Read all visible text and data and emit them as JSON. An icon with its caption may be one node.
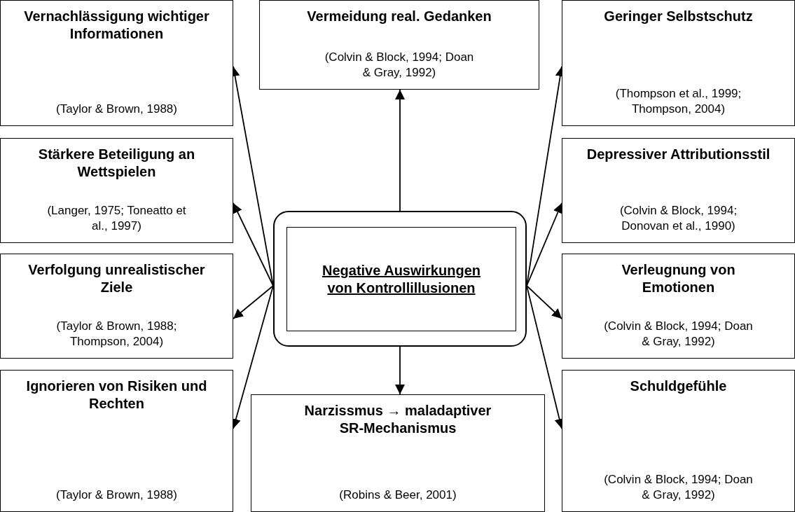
{
  "diagram": {
    "nodes": [
      {
        "text": [
          "Vernachlässigung wichtiger Informationen",
          "(Taylor & Brown, 1988)"
        ]
      },
      {
        "text": [
          "Vermeidung real. Gedanken",
          "(Colvin & Block, 1994; Doan & Gray, 1992)"
        ]
      },
      {
        "text": [
          "Geringer Selbstschutz",
          "(Thompson et al., 1999; Thompson, 2004)"
        ]
      },
      {
        "text": [
          "Stärkere Beteiligung an Wettspielen",
          "(Langer, 1975; Toneatto et al., 1997)"
        ]
      },
      {
        "text": [],
        "shape": "box"
      },
      {
        "text": [
          "Negative Auswirkungen von Kontrollillusionen"
        ],
        "in": 4
      },
      {
        "text": [
          "Depressiver Attributionsstil",
          "(Colvin & Block, 1994; Donovan et al., 1990)"
        ]
      },
      {
        "text": [
          "Verfolgung unrealistischer Ziele",
          "(Taylor & Brown, 1988; Thompson, 2004)"
        ]
      },
      {
        "text": [
          "Verleugnung von Emotionen",
          "(Colvin & Block, 1994; Doan & Gray, 1992)"
        ]
      },
      {
        "text": [
          "Ignorieren von Risiken und Rechten",
          "(Taylor & Brown, 1988)"
        ]
      },
      {
        "text": [
          "Narzissmus → maladaptiver SR-Mechanismus",
          "(Robins & Beer, 2001)"
        ]
      },
      {
        "text": [
          "Schuldgefühle",
          "(Colvin & Block, 1994; Doan & Gray, 1992)"
        ]
      }
    ],
    "edges": [
      {
        "from": 4,
        "to": 0,
        "arrow": "to"
      },
      {
        "from": 4,
        "to": 1,
        "arrow": "to"
      },
      {
        "from": 4,
        "to": 2,
        "arrow": "to"
      },
      {
        "from": 4,
        "to": 3,
        "arrow": "to"
      },
      {
        "from": 4,
        "to": 6,
        "arrow": "to"
      },
      {
        "from": 4,
        "to": 7,
        "arrow": "to"
      },
      {
        "from": 4,
        "to": 8,
        "arrow": "to"
      },
      {
        "from": 4,
        "to": 9,
        "arrow": "to"
      },
      {
        "from": 4,
        "to": 10,
        "arrow": "to"
      },
      {
        "from": 4,
        "to": 11,
        "arrow": "to"
      }
    ]
  }
}
